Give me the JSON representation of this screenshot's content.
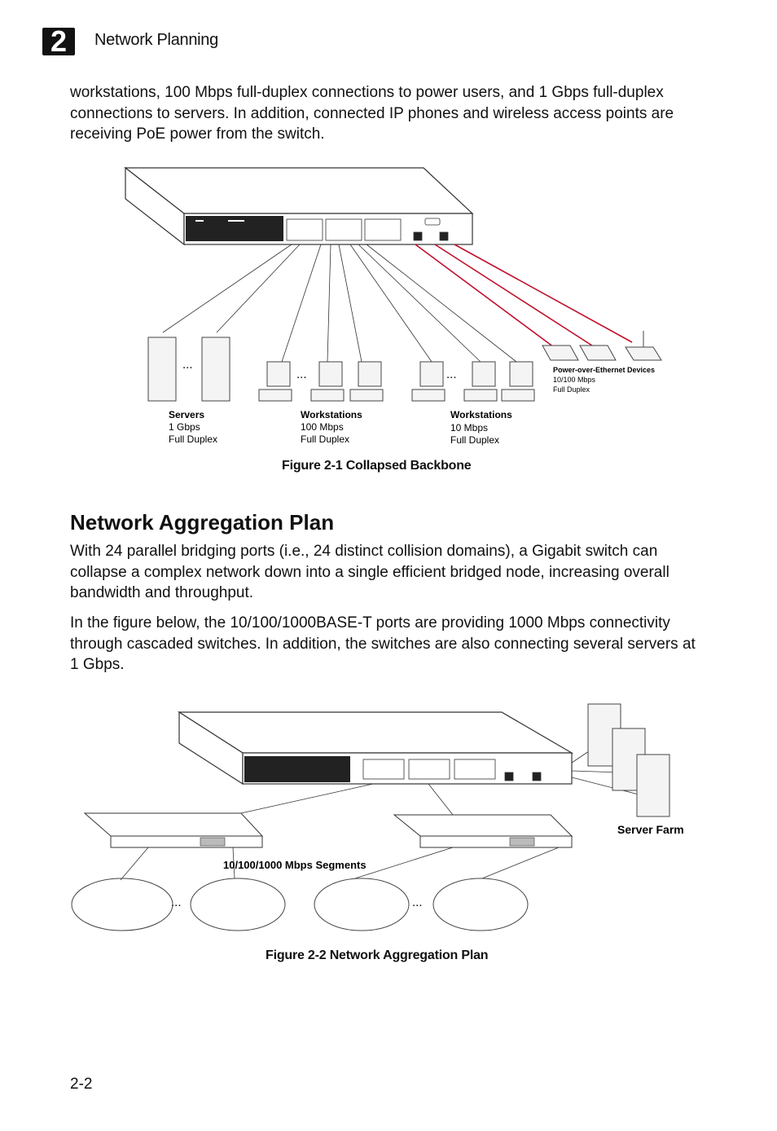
{
  "header": {
    "chapter_number": "2",
    "title": "Network Planning"
  },
  "intro_paragraph": "workstations, 100 Mbps full-duplex connections to power users, and 1 Gbps full-duplex connections to servers. In addition, connected IP phones and wireless access points are receiving PoE power from the switch.",
  "figure1": {
    "caption": "Figure 2-1  Collapsed Backbone",
    "ellipsis": "...",
    "groups": [
      {
        "title": "Servers",
        "line1": " 1 Gbps",
        "line2": "Full Duplex"
      },
      {
        "title": "Workstations",
        "line1": "100 Mbps",
        "line2": "Full Duplex"
      },
      {
        "title": "Workstations",
        "line1": "10 Mbps",
        "line2": "Full Duplex"
      },
      {
        "title": "Power-over-Ethernet Devices",
        "line1": "10/100 Mbps",
        "line2": "Full Duplex"
      }
    ]
  },
  "section": {
    "heading": "Network Aggregation Plan",
    "paragraph1": "With 24 parallel bridging ports (i.e., 24 distinct collision domains), a Gigabit switch can collapse a complex network down into a single efficient bridged node, increasing overall bandwidth and throughput.",
    "paragraph2": "In the figure below, the 10/100/1000BASE-T ports are providing 1000 Mbps connectivity through cascaded switches. In addition, the switches are also connecting several servers at 1 Gbps."
  },
  "figure2": {
    "caption": "Figure 2-2  Network Aggregation Plan",
    "server_farm_label": "Server Farm",
    "segments_label": "10/100/1000 Mbps Segments",
    "ellipsis": "..."
  },
  "footer": {
    "page_number": "2-2"
  },
  "colors": {
    "poe_link": "#c0102a",
    "switch_face": "#222222"
  }
}
